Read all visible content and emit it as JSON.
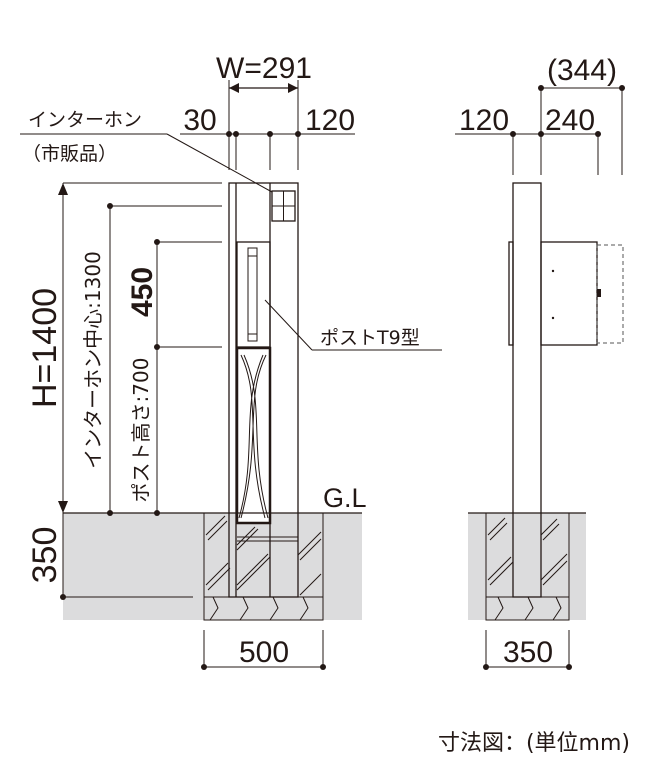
{
  "title": "寸法図：(単位mm)",
  "front_view": {
    "width_label": "W=291",
    "offset_left": "30",
    "offset_right": "120",
    "intercom_label": "インターホン",
    "intercom_sub": "（市販品）",
    "height_label": "H=1400",
    "intercom_center_label": "インターホン中心:1300",
    "post_box_height": "450",
    "post_height_label": "ポスト高さ:700",
    "ground_label": "G.L",
    "embed_depth": "350",
    "foundation_width": "500",
    "post_model_label": "ポストT9型"
  },
  "side_view": {
    "total_depth": "(344)",
    "post_depth": "120",
    "box_depth": "240",
    "foundation_width": "350"
  },
  "colors": {
    "line": "#231815",
    "ground": "#dcdcdd"
  }
}
